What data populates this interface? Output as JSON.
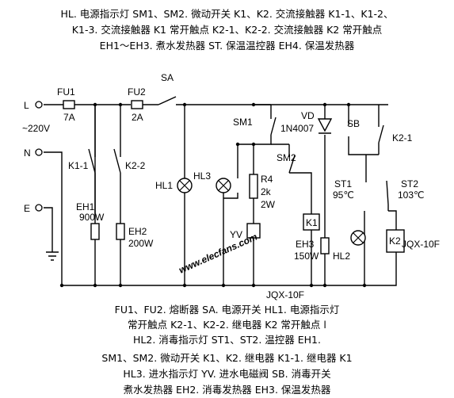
{
  "legend_top": [
    "HL. 电源指示灯   SM1、SM2. 微动开关   K1、K2. 交流接触器   K1-1、K1-2、",
    "K1-3. 交流接触器 K1 常开触点   K2-1、K2-2. 交流接触器 K2 常开触点",
    "EH1～EH3. 煮水发热器   ST. 保温温控器   EH4. 保温发热器"
  ],
  "legend_bottom": [
    "FU1、FU2. 熔断器   SA. 电源开关   HL1. 电源指示灯",
    "常开触点   K2-1、K2-2. 继电器 K2 常开触点   l",
    "HL2. 消毒指示灯   ST1、ST2. 温控器   EH1.",
    "SM1、SM2. 微动开关   K1、K2. 继电器   K1-1. 继电器 K1",
    "HL3. 进水指示灯   YV. 进水电磁阀   SB. 消毒开关",
    "煮水发热器   EH2. 消毒发热器   EH3. 保温发热器"
  ],
  "labels": {
    "L": "L",
    "N": "N",
    "E": "E",
    "voltage": "~220V",
    "FU1": "FU1",
    "FU1_rating": "7A",
    "FU2": "FU2",
    "FU2_rating": "2A",
    "SA": "SA",
    "SM1": "SM1",
    "SM2": "SM2",
    "VD": "VD",
    "VD_part": "1N4007",
    "SB": "SB",
    "K2_1": "K2-1",
    "K1_1": "K1-1",
    "K2_2": "K2-2",
    "HL1": "HL1",
    "HL2": "HL2",
    "HL3": "HL3",
    "EH1": "EH1",
    "EH1_rating": "900W",
    "EH2": "EH2",
    "EH2_rating": "200W",
    "EH3": "EH3",
    "EH3_rating": "150W",
    "R4": "R4",
    "R4_value": "2k",
    "R4_power": "2W",
    "YV": "YV",
    "K1": "K1",
    "K2": "K2",
    "ST1": "ST1",
    "ST1_temp": "95℃",
    "ST2": "ST2",
    "ST2_temp": "103℃",
    "relay_K1_model": "JQX-10F",
    "relay_K2_model": "JQX-10F"
  },
  "watermark": "www.elecfans.com",
  "colors": {
    "line": "#000000",
    "watermark": "#e00080"
  }
}
